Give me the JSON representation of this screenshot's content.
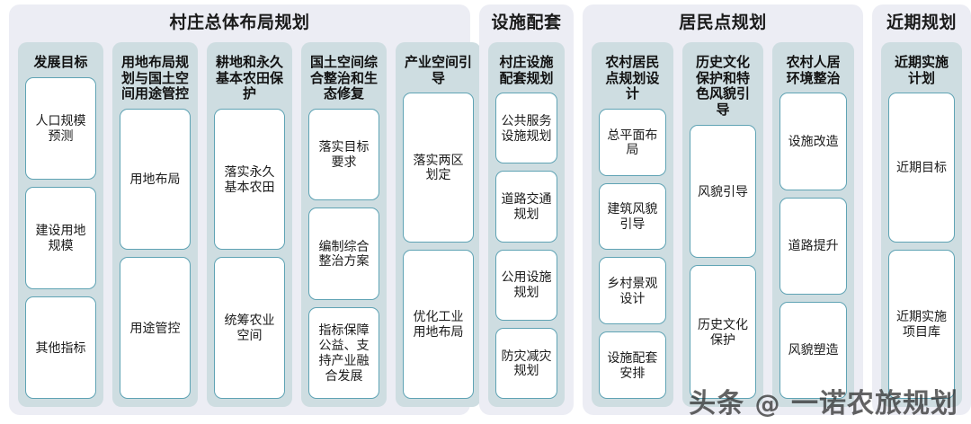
{
  "colors": {
    "group_bg": "#ecedf4",
    "column_bg": "#cedde1",
    "card_bg": "#ffffff",
    "card_border": "#5fa3b4",
    "text": "#1a1a1a",
    "page_bg": "#ffffff"
  },
  "watermark": {
    "prefix": "头条",
    "at": "@",
    "account": "一诺农旅规划"
  },
  "groups": [
    {
      "title": "村庄总体布局规划",
      "columns": [
        {
          "title": "发展目标",
          "cards": [
            "人口规模预测",
            "建设用地规模",
            "其他指标"
          ]
        },
        {
          "title": "用地布局规划与国土空间用途管控",
          "cards": [
            "用地布局",
            "用途管控"
          ]
        },
        {
          "title": "耕地和永久基本农田保护",
          "cards": [
            "落实永久基本农田",
            "统筹农业空间"
          ]
        },
        {
          "title": "国土空间综合整治和生态修复",
          "cards": [
            "落实目标要求",
            "编制综合整治方案",
            "指标保障公益、支持产业融合发展"
          ]
        },
        {
          "title": "产业空间引导",
          "cards": [
            "落实两区划定",
            "优化工业用地布局"
          ]
        }
      ]
    },
    {
      "title": "设施配套",
      "columns": [
        {
          "title": "村庄设施配套规划",
          "cards": [
            "公共服务设施规划",
            "道路交通规划",
            "公用设施规划",
            "防灾减灾规划"
          ]
        }
      ]
    },
    {
      "title": "居民点规划",
      "columns": [
        {
          "title": "农村居民点规划设计",
          "cards": [
            "总平面布局",
            "建筑风貌引导",
            "乡村景观设计",
            "设施配套安排"
          ]
        },
        {
          "title": "历史文化保护和特色风貌引导",
          "cards": [
            "风貌引导",
            "历史文化保护"
          ]
        },
        {
          "title": "农村人居环境整治",
          "cards": [
            "设施改造",
            "道路提升",
            "风貌塑造"
          ]
        }
      ]
    },
    {
      "title": "近期规划",
      "columns": [
        {
          "title": "近期实施计划",
          "cards": [
            "近期目标",
            "近期实施项目库"
          ]
        }
      ]
    }
  ]
}
